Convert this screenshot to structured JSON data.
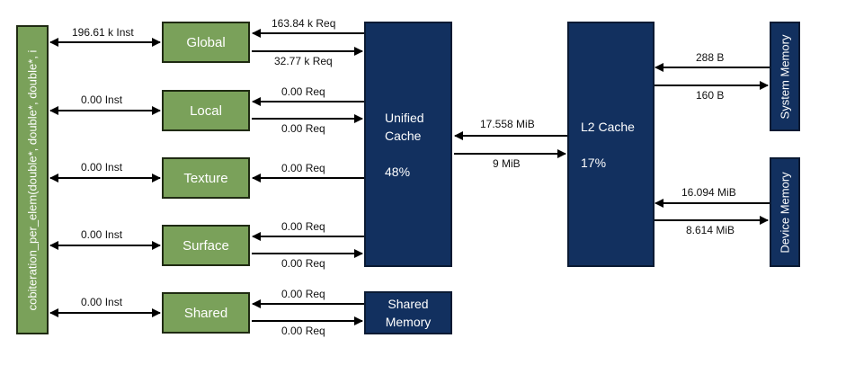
{
  "kernel": {
    "label": "cobiteration_per_elem(double*, double*, double*, i"
  },
  "units": {
    "global": {
      "name": "Global",
      "inst": "196.61 k Inst",
      "req_in": "163.84 k Req",
      "req_out": "32.77 k Req"
    },
    "local": {
      "name": "Local",
      "inst": "0.00 Inst",
      "req_in": "0.00 Req",
      "req_out": "0.00 Req"
    },
    "texture": {
      "name": "Texture",
      "inst": "0.00 Inst",
      "req_in": "0.00 Req"
    },
    "surface": {
      "name": "Surface",
      "inst": "0.00 Inst",
      "req_in": "0.00 Req",
      "req_out": "0.00 Req"
    },
    "shared": {
      "name": "Shared",
      "inst": "0.00 Inst",
      "req_in": "0.00 Req",
      "req_out": "0.00 Req"
    }
  },
  "unified_cache": {
    "line1": "Unified",
    "line2": "Cache",
    "hit_rate": "48%"
  },
  "shared_memory": {
    "line1": "Shared",
    "line2": "Memory"
  },
  "l2_cache": {
    "name": "L2 Cache",
    "hit_rate": "17%",
    "from_l1": "17.558 MiB",
    "to_l1": "9 MiB"
  },
  "system_memory": {
    "label": "System Memory",
    "read": "288 B",
    "write": "160 B"
  },
  "device_memory": {
    "label": "Device Memory",
    "read": "16.094 MiB",
    "write": "8.614 MiB"
  },
  "colors": {
    "green": "#7aa15a",
    "navy": "#12305f"
  }
}
